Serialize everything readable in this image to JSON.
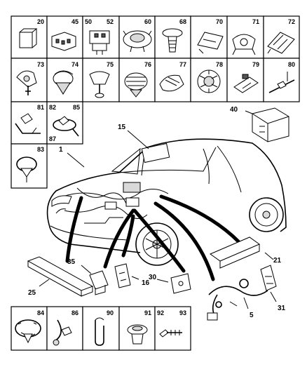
{
  "grid_top_row": [
    "20",
    "45",
    "50",
    "52",
    "60",
    "68",
    "70",
    "71",
    "72"
  ],
  "grid_second_row": [
    "73",
    "74",
    "75",
    "76",
    "77",
    "78",
    "79",
    "80"
  ],
  "side_cells": [
    "81",
    "82",
    "85",
    "87",
    "83"
  ],
  "bottom_row": [
    "84",
    "86",
    "90",
    "91",
    "92",
    "93"
  ],
  "callouts": [
    "1",
    "15",
    "40",
    "21",
    "35",
    "16",
    "30",
    "25",
    "5",
    "31"
  ]
}
